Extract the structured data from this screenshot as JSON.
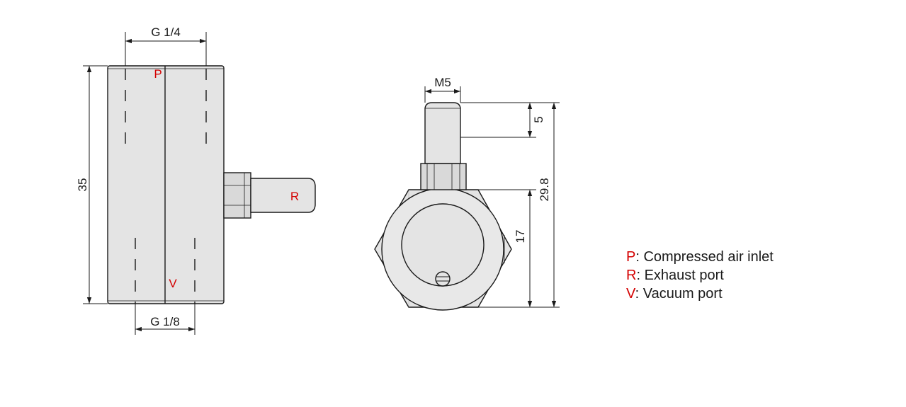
{
  "colors": {
    "port_label": "#d40000",
    "line": "#1a1a1a",
    "body_fill": "#e4e4e4"
  },
  "side_view": {
    "dim_top": "G 1/4",
    "dim_bottom": "G 1/8",
    "dim_height": "35",
    "port_p": "P",
    "port_r": "R",
    "port_v": "V"
  },
  "front_view": {
    "dim_thread": "M5",
    "dim_pin": "5",
    "dim_hex": "17",
    "dim_total": "29.8"
  },
  "legend": [
    {
      "key": "P",
      "text": ": Compressed air inlet"
    },
    {
      "key": "R",
      "text": ": Exhaust port"
    },
    {
      "key": "V",
      "text": ": Vacuum port"
    }
  ]
}
